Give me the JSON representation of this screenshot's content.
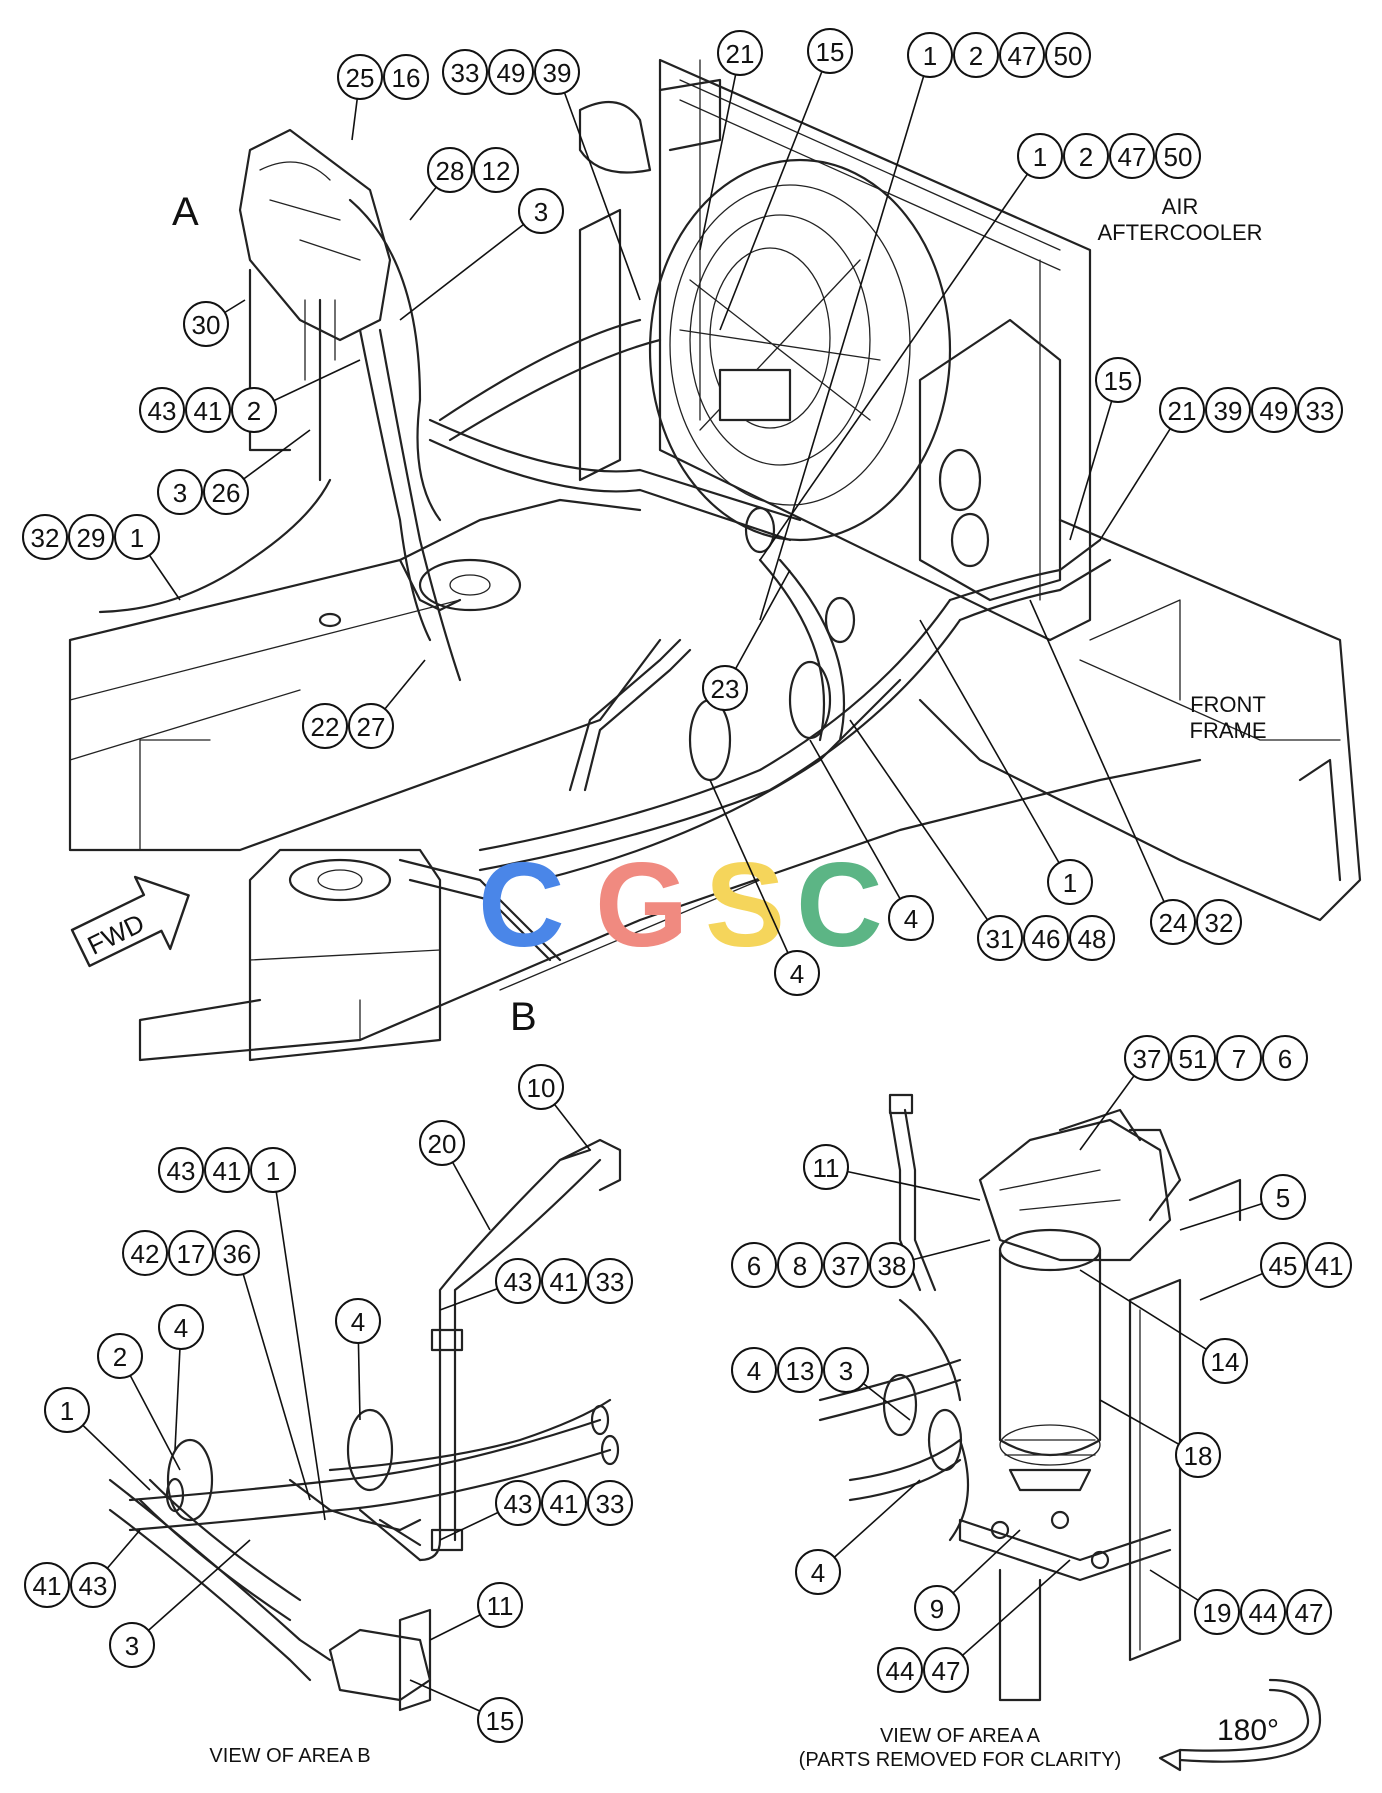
{
  "labels": {
    "area_a": "A",
    "area_b": "B",
    "air_aftercooler": [
      "AIR",
      "AFTERCOOLER"
    ],
    "front_frame": [
      "FRONT",
      "FRAME"
    ],
    "fwd": "FWD",
    "view_area_b": "VIEW OF AREA B",
    "view_area_a": [
      "VIEW OF AREA A",
      "(PARTS REMOVED FOR CLARITY)"
    ],
    "rotation": "180°"
  },
  "watermark": {
    "letters": [
      "C",
      "G",
      "S",
      "C"
    ],
    "colors": [
      "#4a86e8",
      "#f08a80",
      "#f5d55b",
      "#5cb585"
    ]
  },
  "callouts": {
    "main": [
      [
        "25",
        "16"
      ],
      [
        "33",
        "49",
        "39"
      ],
      [
        "21"
      ],
      [
        "15"
      ],
      [
        "1",
        "2",
        "47",
        "50"
      ],
      [
        "28",
        "12"
      ],
      [
        "3"
      ],
      [
        "1",
        "2",
        "47",
        "50"
      ],
      [
        "30"
      ],
      [
        "43",
        "41",
        "2"
      ],
      [
        "15"
      ],
      [
        "21",
        "39",
        "49",
        "33"
      ],
      [
        "3",
        "26"
      ],
      [
        "32",
        "29",
        "1"
      ],
      [
        "23"
      ],
      [
        "22",
        "27"
      ],
      [
        "1"
      ],
      [
        "4"
      ],
      [
        "31",
        "46",
        "48"
      ],
      [
        "24",
        "32"
      ],
      [
        "4"
      ]
    ],
    "view_b": [
      [
        "10"
      ],
      [
        "20"
      ],
      [
        "43",
        "41",
        "1"
      ],
      [
        "42",
        "17",
        "36"
      ],
      [
        "43",
        "41",
        "33"
      ],
      [
        "4"
      ],
      [
        "4"
      ],
      [
        "2"
      ],
      [
        "1"
      ],
      [
        "43",
        "41",
        "33"
      ],
      [
        "41",
        "43"
      ],
      [
        "3"
      ],
      [
        "11"
      ],
      [
        "15"
      ]
    ],
    "view_a": [
      [
        "37",
        "51",
        "7",
        "6"
      ],
      [
        "11"
      ],
      [
        "5"
      ],
      [
        "6",
        "8",
        "37",
        "38"
      ],
      [
        "45",
        "41"
      ],
      [
        "14"
      ],
      [
        "4",
        "13",
        "3"
      ],
      [
        "18"
      ],
      [
        "4"
      ],
      [
        "9"
      ],
      [
        "19",
        "44",
        "47"
      ],
      [
        "44",
        "47"
      ]
    ]
  }
}
